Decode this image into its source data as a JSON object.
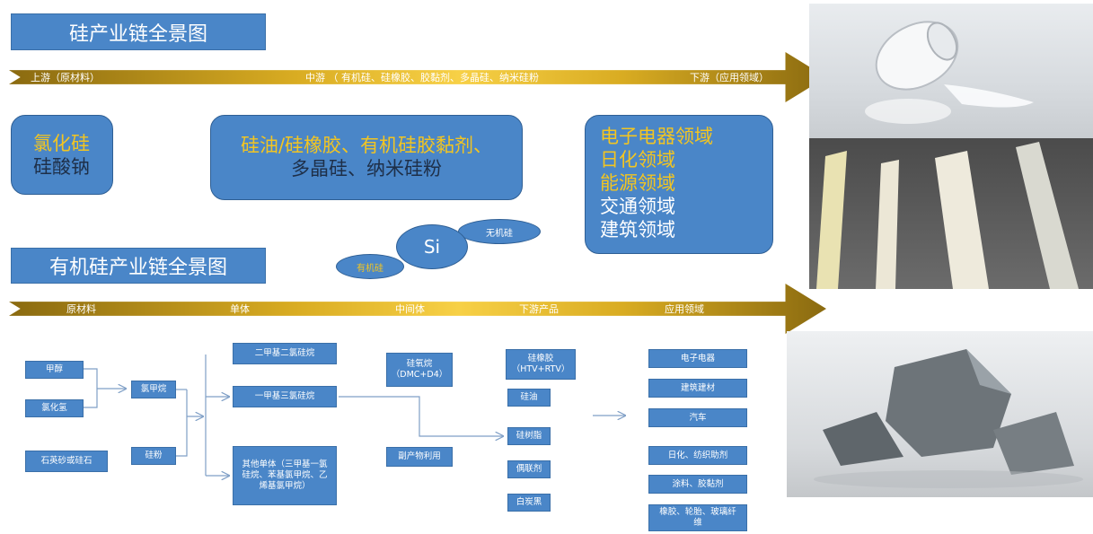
{
  "top": {
    "title": "硅产业链全景图",
    "arrow_labels": {
      "upstream": "上游（原材料）",
      "midstream": "中游 （ 有机硅、硅橡胶、胶黏剂、多晶硅、纳米硅粉",
      "downstream": "下游（应用领域）"
    },
    "bubbles": {
      "left": [
        "氯化硅",
        "硅酸钠"
      ],
      "middle": [
        "硅油/硅橡胶、有机硅胶黏剂、",
        "多晶硅、纳米硅粉"
      ],
      "right": [
        "电子电器领域",
        "日化领域",
        "能源领域",
        "交通领域",
        "建筑领域"
      ]
    },
    "si_cluster": {
      "center": "Si",
      "upper": "无机硅",
      "lower": "有机硅"
    }
  },
  "bottom": {
    "title": "有机硅产业链全景图",
    "arrow_labels": [
      "原材料",
      "单体",
      "中间体",
      "下游产品",
      "应用领域"
    ],
    "col1": [
      "甲醇",
      "氯化氢",
      "石英砂或硅石"
    ],
    "col2": [
      "氯甲烷",
      "硅粉"
    ],
    "col3": [
      "二甲基二氯硅烷",
      "一甲基三氯硅烷",
      "其他单体（三甲基一氯硅烷、苯基氯甲烷、乙烯基氯甲烷）"
    ],
    "col4": [
      "硅氧烷（DMC+D4）",
      "副产物利用"
    ],
    "col5": [
      "硅橡胶（HTV+RTV）",
      "硅油",
      "硅树脂",
      "偶联剂",
      "白炭黑"
    ],
    "col6": [
      "电子电器",
      "建筑建材",
      "汽车",
      "日化、纺织助剂",
      "涂料、胶黏剂",
      "橡胶、轮胎、玻璃纤维"
    ]
  }
}
